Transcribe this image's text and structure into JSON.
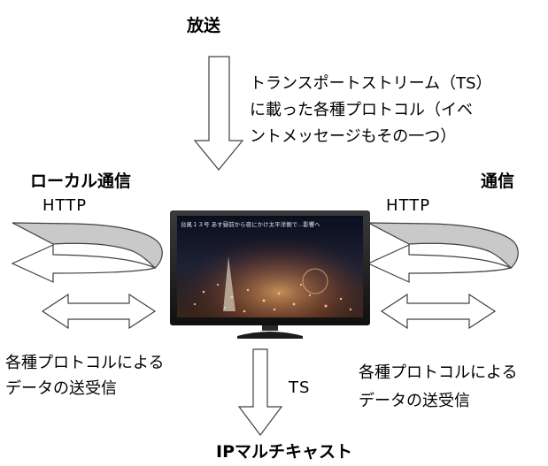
{
  "labels": {
    "broadcast": "放送",
    "ts_description": [
      "トランスポートストリーム（TS）",
      "に載った各種プロトコル（イベ",
      "ントメッセージもその一つ）"
    ],
    "local_comm": "ローカル通信",
    "comm": "通信",
    "http_left": "HTTP",
    "http_right": "HTTP",
    "protocol_left": [
      "各種プロトコルによる",
      "データの送受信"
    ],
    "protocol_right": [
      "各種プロトコルによる",
      "データの送受信"
    ],
    "ts": "TS",
    "ip_multicast": "IPマルチキャスト"
  },
  "tv_screen": {
    "caption": "台風１３号 あす昼前から夜にかけ太平洋側で...影響へ"
  },
  "colors": {
    "arrow_fill": "#ffffff",
    "arrow_stroke": "#404040",
    "curve_fill": "#c9c9c9",
    "tv_bezel": "#1e1e1e"
  }
}
